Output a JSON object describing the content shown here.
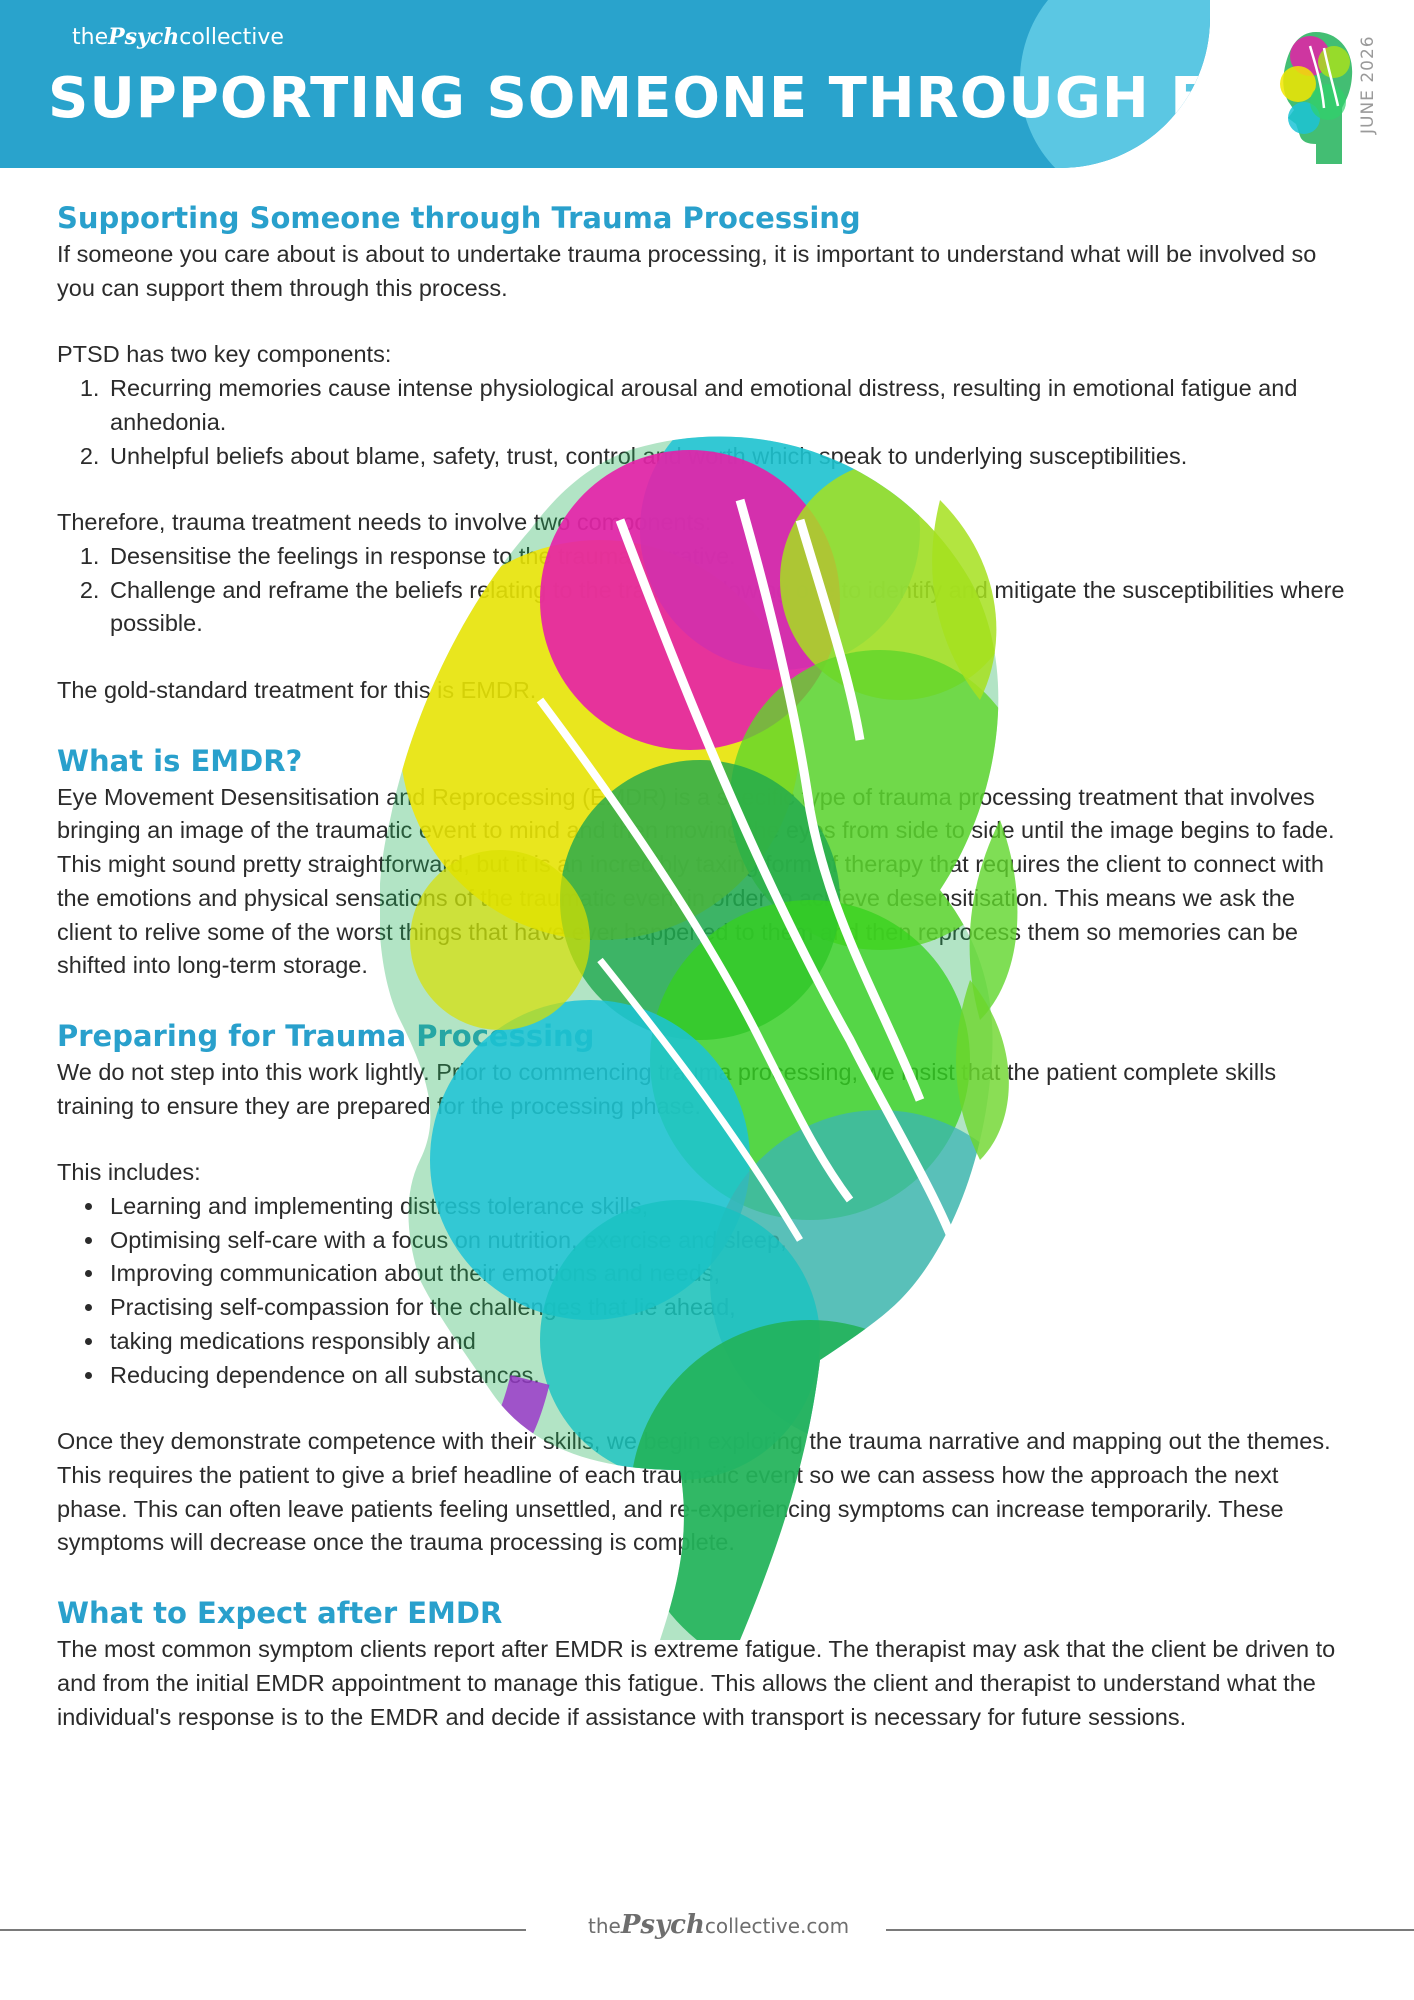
{
  "header": {
    "brand_prefix": "the",
    "brand_name": "Psych",
    "brand_suffix": "collective",
    "title": "SUPPORTING SOMEONE THROUGH EMDR",
    "date": "JUNE 2026"
  },
  "sections": {
    "s1": {
      "heading": "Supporting Someone through Trauma Processing",
      "intro": "If someone you care about is about to undertake trauma processing, it is important to understand what will be involved so you can support them through this process.",
      "ptsd_lead": "PTSD has two key components:",
      "ptsd_items": [
        "Recurring memories cause intense physiological arousal and emotional distress, resulting in emotional fatigue and anhedonia.",
        "Unhelpful beliefs about blame, safety, trust, control and worth which speak to underlying susceptibilities."
      ],
      "treatment_lead": "Therefore, trauma treatment needs to involve two components:",
      "treatment_items": [
        "Desensitise the feelings in response to the trauma narrative.",
        "Challenge and reframe the beliefs relating to the trauma, allowing one to identify and mitigate the susceptibilities where possible."
      ],
      "gold": "The gold-standard treatment for this is EMDR."
    },
    "s2": {
      "heading": "What is EMDR?",
      "body": "Eye Movement Desensitisation and Reprocessing (EMDR) is a specific type of trauma processing treatment that involves bringing an image of the traumatic event to mind and then moving the eyes from side to side until the image begins to fade. This might sound pretty straightforward, but it is an incredibly taxing form of therapy that requires the client to connect with the emotions and physical sensations of the traumatic event in order to achieve desensitisation. This means we ask the client to relive some of the worst things that have ever happened to them and then reprocess them so memories can be shifted into long-term storage."
    },
    "s3": {
      "heading": "Preparing for Trauma Processing",
      "body": "We do not step into this work lightly. Prior to commencing trauma processing, we insist that the patient complete skills training to ensure they are prepared for the processing phase.",
      "includes_lead": "This includes:",
      "items": [
        "Learning and implementing distress tolerance skills,",
        "Optimising self-care with a focus on nutrition, exercise and sleep,",
        "Improving communication about their emotions and needs,",
        "Practising self-compassion for the challenges that lie ahead,",
        "taking medications responsibly and",
        "Reducing dependence on all substances."
      ],
      "closing": "Once they demonstrate competence with their skills, we begin exploring the trauma narrative and mapping out the themes. This requires the patient to give a brief headline of each traumatic event so we can assess how the approach the next phase. This can often leave patients feeling unsettled, and re-experiencing symptoms can increase temporarily. These symptoms will decrease once the trauma processing is complete."
    },
    "s4": {
      "heading": "What to Expect after EMDR",
      "body": "The most common symptom clients report after EMDR is extreme fatigue. The therapist may ask that the client be driven to and from the initial EMDR appointment to manage this fatigue. This allows the client and therapist to understand what the individual's response is to the EMDR and decide if assistance with transport is necessary for future sessions."
    }
  },
  "footer": {
    "prefix": "the",
    "name": "Psych",
    "suffix": "collective.com"
  },
  "colors": {
    "accent": "#29a3cc",
    "heading": "#29a0cc",
    "art_magenta": "#e61fa8",
    "art_yellow": "#f2e600",
    "art_lime": "#a6e01f",
    "art_green": "#22b35a",
    "art_cyan": "#1cc3d6"
  }
}
